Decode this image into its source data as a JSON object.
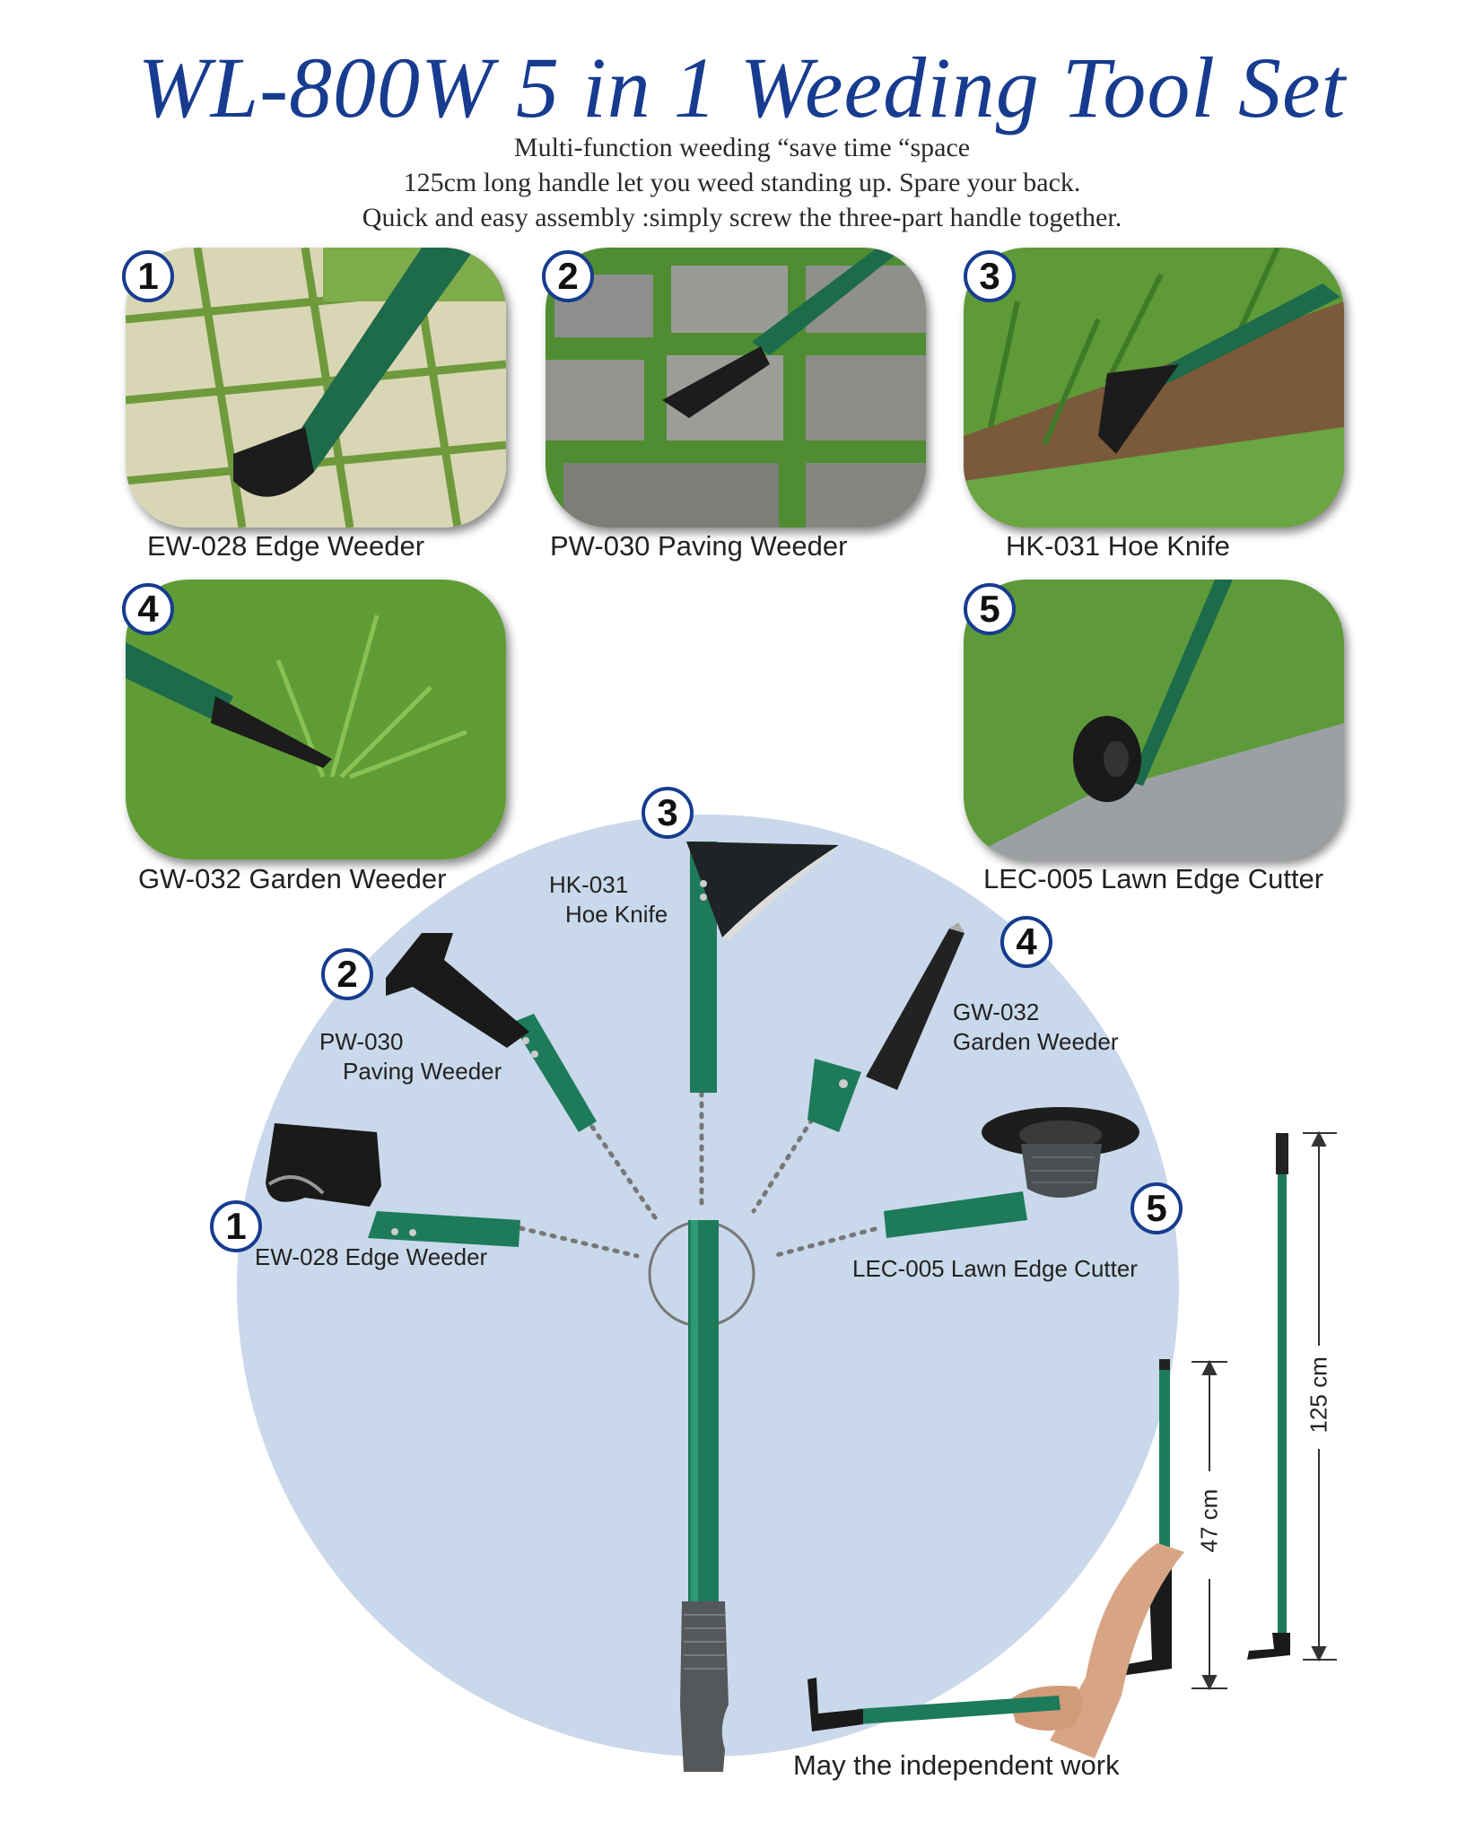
{
  "header": {
    "title": "WL-800W 5 in 1 Weeding Tool Set",
    "line1": "Multi-function weeding “save time “space",
    "line2": "125cm long handle let you weed standing up. Spare your back.",
    "line3": "Quick and easy assembly :simply screw the three-part handle together."
  },
  "photos": [
    {
      "number": "1",
      "caption": "EW-028 Edge Weeder"
    },
    {
      "number": "2",
      "caption": "PW-030 Paving Weeder"
    },
    {
      "number": "3",
      "caption": "HK-031 Hoe Knife"
    },
    {
      "number": "4",
      "caption": "GW-032 Garden Weeder"
    },
    {
      "number": "5",
      "caption": "LEC-005 Lawn Edge Cutter"
    }
  ],
  "diagram": {
    "tools": [
      {
        "number": "1",
        "label_line1": "EW-028 Edge Weeder",
        "label_line2": ""
      },
      {
        "number": "2",
        "label_line1": "PW-030",
        "label_line2": "Paving Weeder"
      },
      {
        "number": "3",
        "label_line1": "HK-031",
        "label_line2": "Hoe Knife"
      },
      {
        "number": "4",
        "label_line1": "GW-032",
        "label_line2": "Garden Weeder"
      },
      {
        "number": "5",
        "label_line1": "LEC-005 Lawn Edge Cutter",
        "label_line2": ""
      }
    ]
  },
  "dimensions": {
    "short": "47 cm",
    "long": "125 cm"
  },
  "footer": "May the independent work",
  "colors": {
    "title": "#173c8f",
    "handle_green": "#1f7a5a",
    "circle_bg": "#c9d8ea",
    "grass": "#5e9a3a"
  }
}
